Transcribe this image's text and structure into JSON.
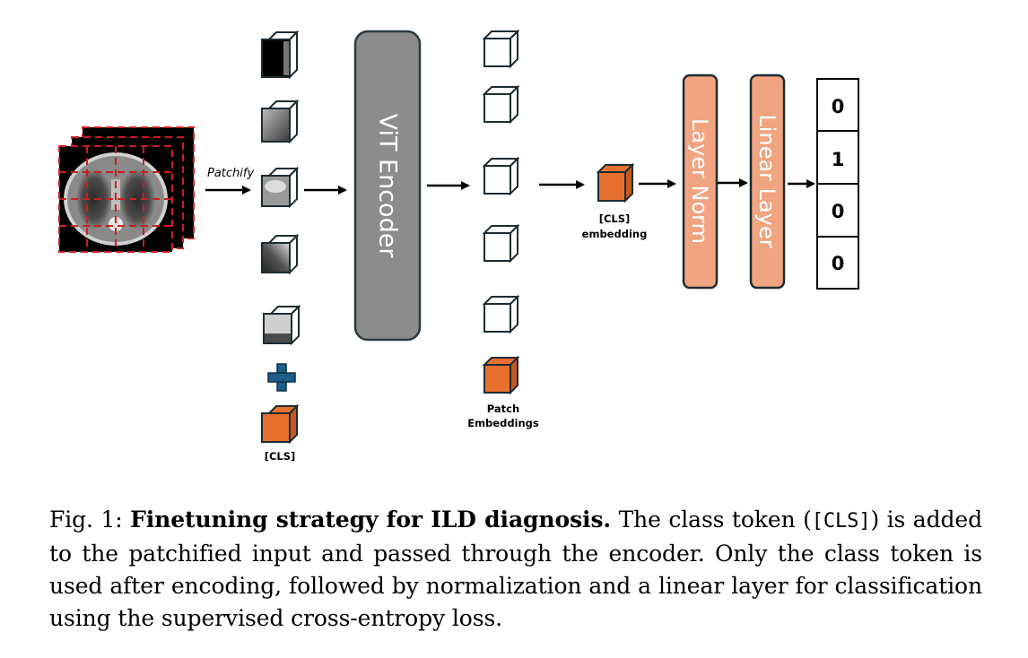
{
  "diagram": {
    "patchify_label": "Patchify",
    "encoder_label": "ViT Encoder",
    "plus_symbol": "+",
    "cls_label": "[CLS]",
    "patch_embeddings_line1": "Patch",
    "patch_embeddings_line2": "Embeddings",
    "cls_embedding_line1": "[CLS]",
    "cls_embedding_line2": "embedding",
    "layer_norm_label": "Layer Norm",
    "linear_layer_label": "Linear Layer",
    "output_vector": [
      "0",
      "1",
      "0",
      "0"
    ],
    "colors": {
      "encoder_fill": "#8c8c8c",
      "encoder_border": "#2b3940",
      "cube_orange": "#e8702e",
      "block_salmon": "#f0a47f",
      "plus_blue": "#1d5f8a",
      "grid_red": "#cc1f1f"
    }
  },
  "caption": {
    "fig_number": "Fig. 1:",
    "bold_title": "Finetuning strategy for ILD diagnosis.",
    "text_before_code": "The class token (",
    "code": "[CLS]",
    "text_after_code": ") is added to the patchified input and passed through the encoder. Only the class token is used after encoding, followed by normalization and a linear layer for classification using the supervised cross-entropy loss."
  }
}
